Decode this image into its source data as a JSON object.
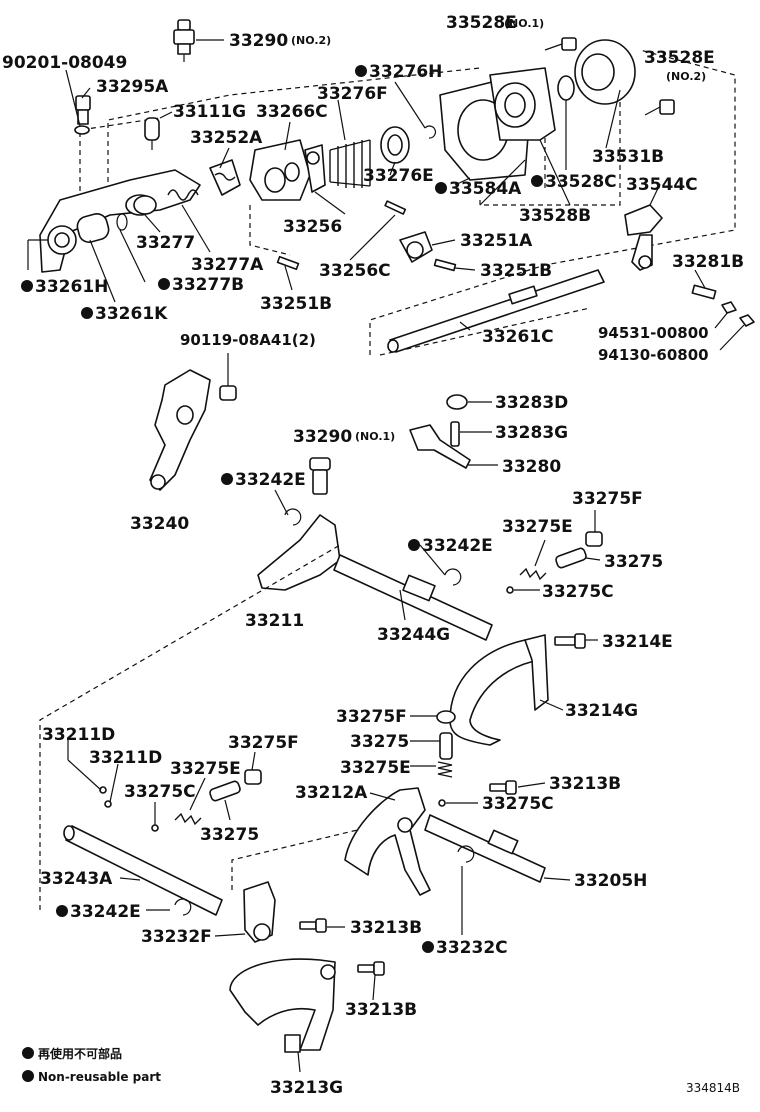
{
  "labels": {
    "l_33290_no2": "33290",
    "l_no2_a": "(NO.2)",
    "l_33528e_no1": "33528E",
    "l_no1_a": "(NO.1)",
    "l_90201": "90201-08049",
    "l_33295a": "33295A",
    "l_33276h": "33276H",
    "l_33528e_no2": "33528E",
    "l_no2_b": "(NO.2)",
    "l_33111g": "33111G",
    "l_33266c": "33266C",
    "l_33276f": "33276F",
    "l_33252a": "33252A",
    "l_33531b": "33531B",
    "l_33276e": "33276E",
    "l_33584a": "33584A",
    "l_33528c": "33528C",
    "l_33544c": "33544C",
    "l_33528b": "33528B",
    "l_33256": "33256",
    "l_33277": "33277",
    "l_33251a": "33251A",
    "l_33277a": "33277A",
    "l_33256c": "33256C",
    "l_33251b_r": "33251B",
    "l_33281b": "33281B",
    "l_33261h": "33261H",
    "l_33277b": "33277B",
    "l_33251b_l": "33251B",
    "l_33261k": "33261K",
    "l_33261c": "33261C",
    "l_94531": "94531-00800",
    "l_90119": "90119-08A41(2)",
    "l_94130": "94130-60800",
    "l_33283d": "33283D",
    "l_33290_no1": "33290",
    "l_no1_b": "(NO.1)",
    "l_33283g": "33283G",
    "l_33280": "33280",
    "l_33242e_a": "33242E",
    "l_33240": "33240",
    "l_33275f_a": "33275F",
    "l_33275e_a": "33275E",
    "l_33242e_b": "33242E",
    "l_33275_a": "33275",
    "l_33275c_a": "33275C",
    "l_33211": "33211",
    "l_33244g": "33244G",
    "l_33214e": "33214E",
    "l_33214g": "33214G",
    "l_33275f_b": "33275F",
    "l_33211d_a": "33211D",
    "l_33211d_b": "33211D",
    "l_33275f_c": "33275F",
    "l_33275_b": "33275",
    "l_33275e_b": "33275E",
    "l_33275e_c": "33275E",
    "l_33213b_a": "33213B",
    "l_33275c_b": "33275C",
    "l_33212a": "33212A",
    "l_33275c_c": "33275C",
    "l_33275_c": "33275",
    "l_33243a": "33243A",
    "l_33205h": "33205H",
    "l_33242e_c": "33242E",
    "l_33213b_b": "33213B",
    "l_33232f": "33232F",
    "l_33232c": "33232C",
    "l_33213b_c": "33213B",
    "l_33213g": "33213G"
  },
  "legend": {
    "jp": "再使用不可部品",
    "en": "Non-reusable part"
  },
  "diagram_code": "334814B"
}
